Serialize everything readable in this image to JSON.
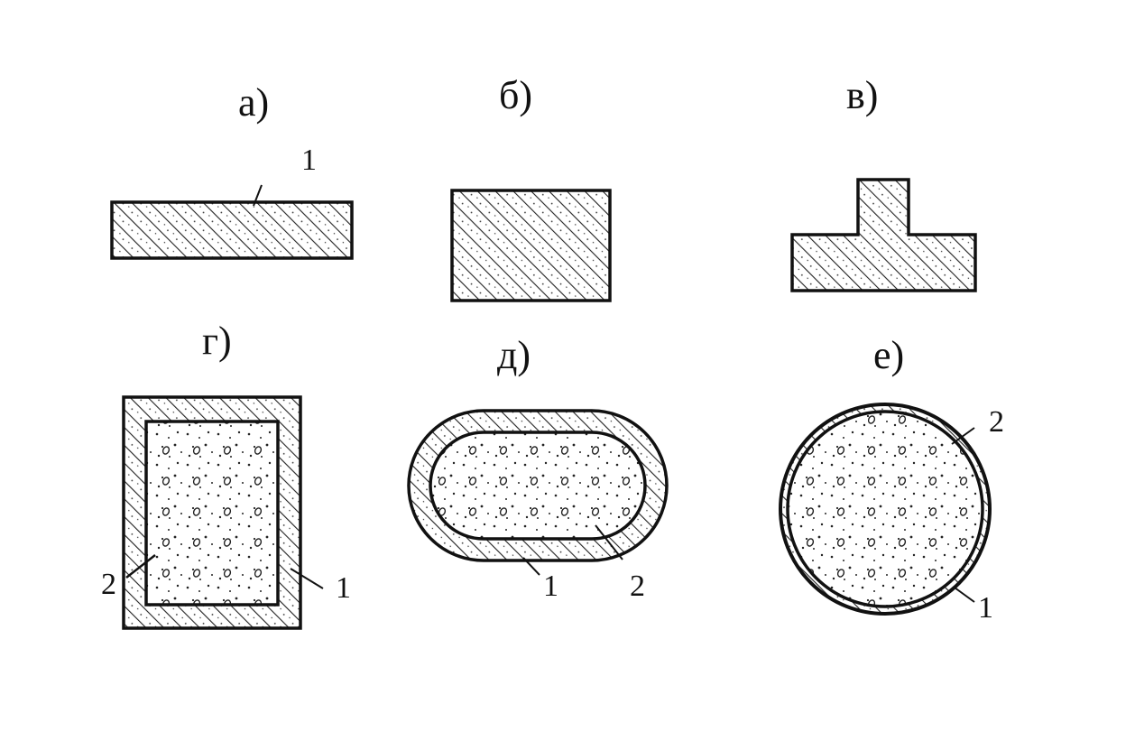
{
  "colors": {
    "ink": "#111111",
    "paper": "#ffffff",
    "hatch": "#222222"
  },
  "panels": {
    "a": {
      "label": "а)",
      "callouts": [
        "1"
      ]
    },
    "b": {
      "label": "б)"
    },
    "v": {
      "label": "в)"
    },
    "g": {
      "label": "г)",
      "callouts": [
        "2",
        "1"
      ]
    },
    "d": {
      "label": "д)",
      "callouts": [
        "1",
        "2"
      ]
    },
    "e": {
      "label": "е)",
      "callouts": [
        "2",
        "1"
      ]
    }
  },
  "fills": {
    "outer": "hatched",
    "core": "dotted-aggregate"
  }
}
